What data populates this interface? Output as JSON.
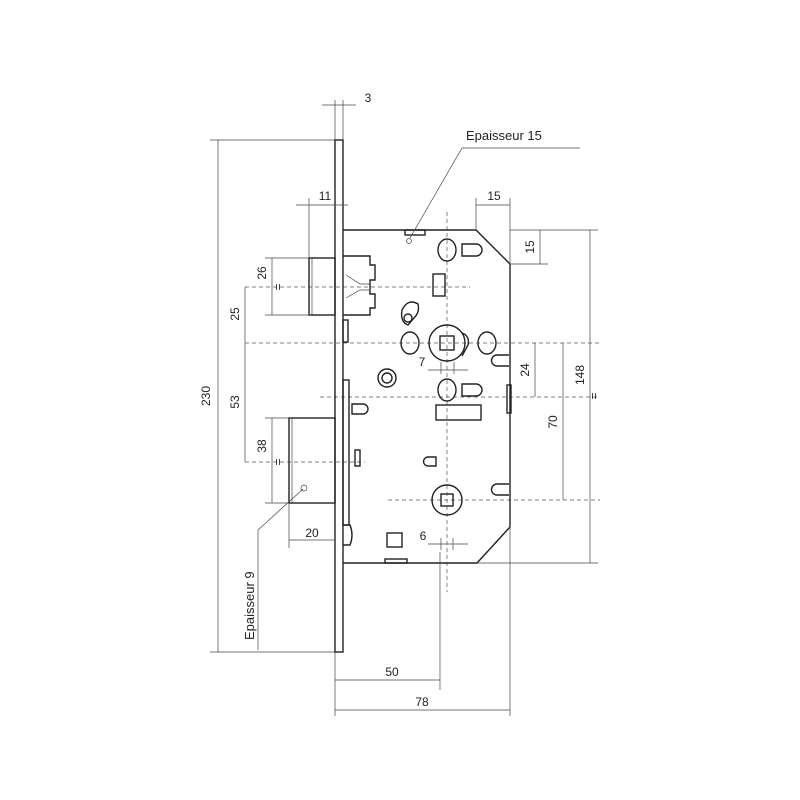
{
  "labels": {
    "epaisseur_15": "Epaisseur 15",
    "epaisseur_9": "Epaisseur 9"
  },
  "dimensions": {
    "faceplate_thickness": "3",
    "overall_height": "230",
    "latch_projection": "11",
    "chamfer_width": "15",
    "chamfer_height": "15",
    "case_height": "148",
    "latch_height": "26",
    "latch_to_follower": "25",
    "follower_to_bolt": "53",
    "bolt_height": "38",
    "bolt_projection": "20",
    "follower_square": "7",
    "follower_offset": "24",
    "follower_to_cylinder": "70",
    "cylinder_square": "6",
    "backset": "50",
    "case_depth": "78"
  },
  "equal_mark": "="
}
